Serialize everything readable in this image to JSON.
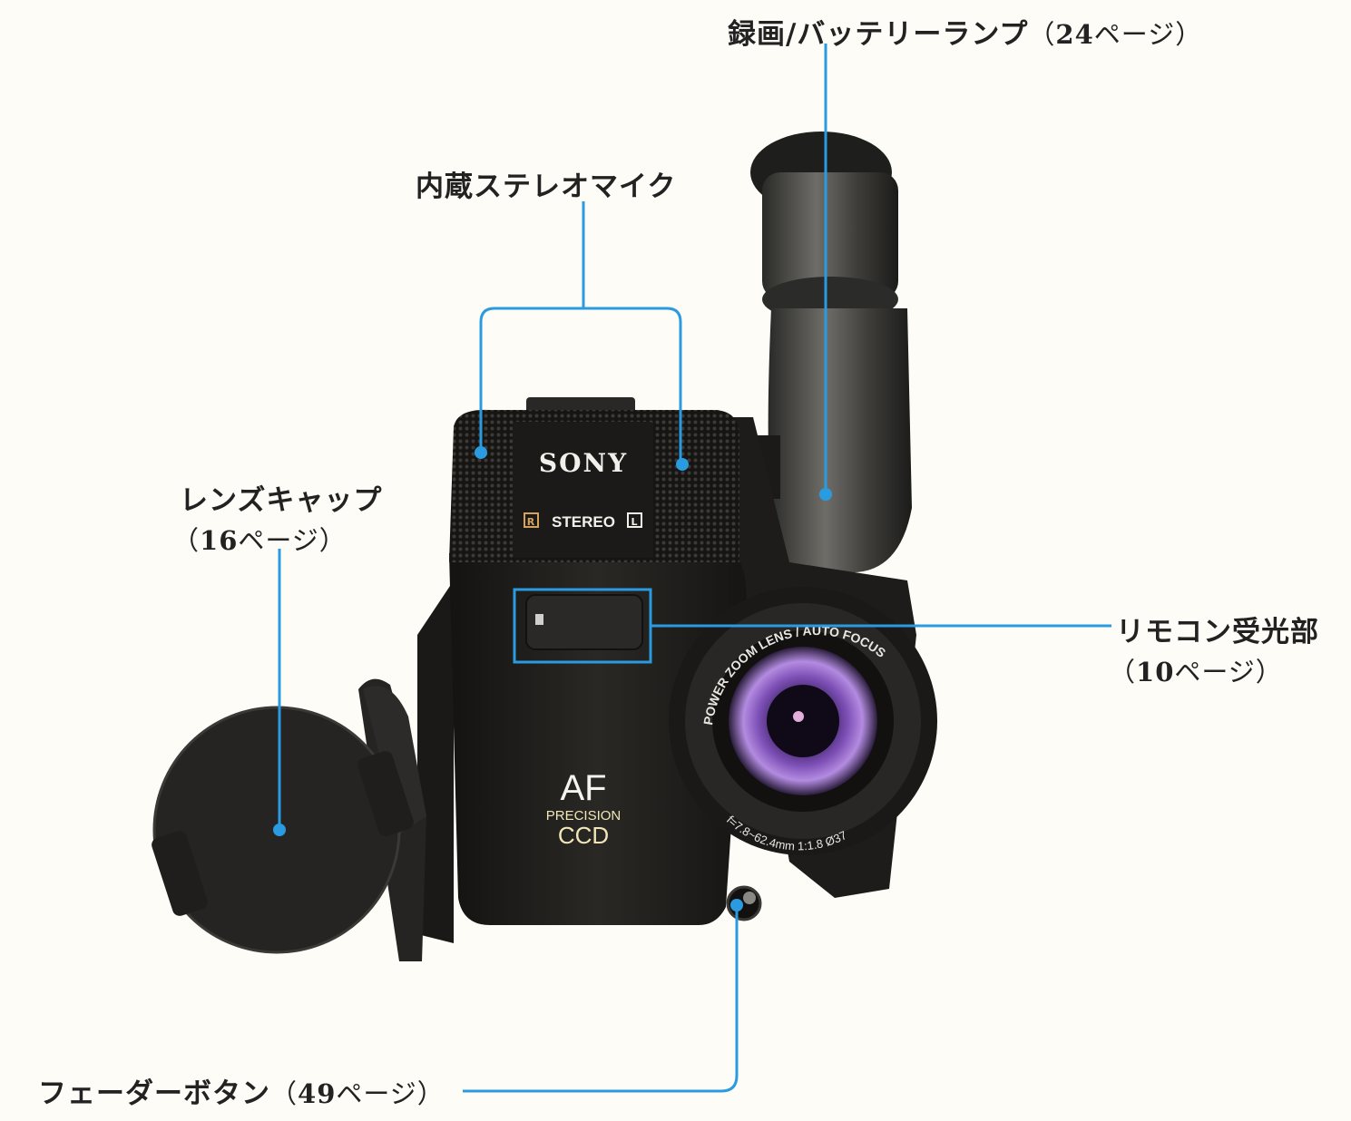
{
  "colors": {
    "background": "#fdfcf6",
    "leader_line": "#2a9be0",
    "text": "#222222",
    "body": "#1b1a18"
  },
  "callouts": [
    {
      "id": "rec-battery-lamp",
      "name": "録画/バッテリーランプ",
      "open": "（",
      "page": "24",
      "page_suffix": "ページ）"
    },
    {
      "id": "built-in-stereo-mic",
      "name": "内蔵ステレオマイク"
    },
    {
      "id": "lens-cap",
      "name": "レンズキャップ",
      "open": "（",
      "page": "16",
      "page_suffix": "ページ）"
    },
    {
      "id": "remote-sensor",
      "name": "リモコン受光部",
      "open": "（",
      "page": "10",
      "page_suffix": "ページ）"
    },
    {
      "id": "fader-button",
      "name": "フェーダーボタン",
      "open": "（",
      "page": "49",
      "page_suffix": "ページ）"
    }
  ],
  "camera": {
    "brand": "SONY",
    "mic_label": "STEREO",
    "mic_left": "R",
    "mic_right": "L",
    "af_big": "AF",
    "af_line2": "PRECISION",
    "af_line3": "CCD",
    "lens_ring_top": "POWER ZOOM LENS / AUTO FOCUS",
    "lens_ring_bottom": "f=7.8~62.4mm 1:1.8 Ø37"
  }
}
